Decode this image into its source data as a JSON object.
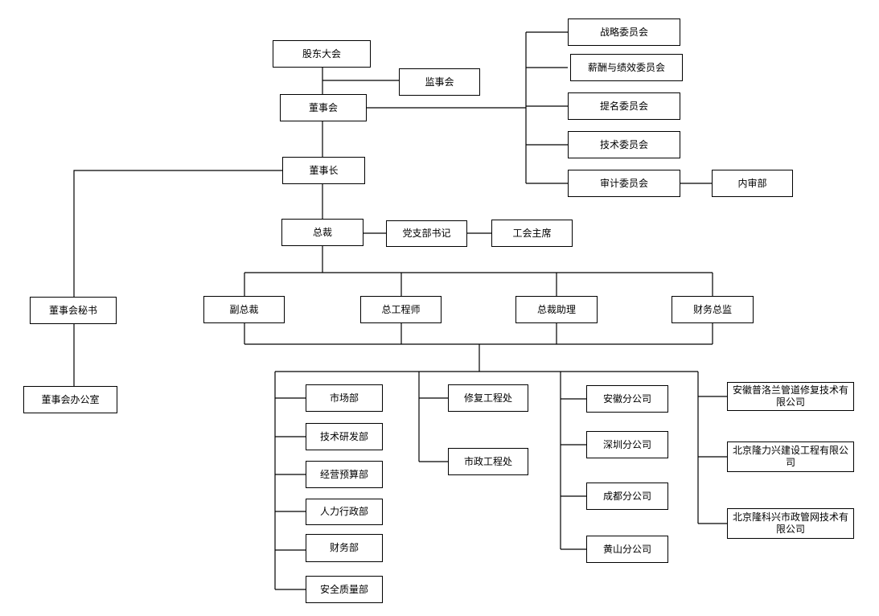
{
  "nodes": {
    "shareholders_meeting": "股东大会",
    "supervisory_board": "监事会",
    "board_of_directors": "董事会",
    "strategy_committee": "战略委员会",
    "compensation_committee": "薪酬与绩效委员会",
    "nomination_committee": "提名委员会",
    "technology_committee": "技术委员会",
    "audit_committee": "审计委员会",
    "internal_audit": "内审部",
    "chairman": "董事长",
    "board_secretary": "董事会秘书",
    "board_office": "董事会办公室",
    "president": "总裁",
    "party_secretary": "党支部书记",
    "union_chairman": "工会主席",
    "vice_president": "副总裁",
    "chief_engineer": "总工程师",
    "president_assistant": "总裁助理",
    "finance_director": "财务总监",
    "marketing_dept": "市场部",
    "rnd_dept": "技术研发部",
    "budget_dept": "经营预算部",
    "hr_admin_dept": "人力行政部",
    "finance_dept": "财务部",
    "safety_quality_dept": "安全质量部",
    "repair_engineering": "修复工程处",
    "municipal_engineering": "市政工程处",
    "anhui_branch": "安徽分公司",
    "shenzhen_branch": "深圳分公司",
    "chengdu_branch": "成都分公司",
    "huangshan_branch": "黄山分公司",
    "anhui_pulan": "安徽普洛兰管道修复技术有限公司",
    "beijing_longli": "北京隆力兴建设工程有限公司",
    "beijing_longke": "北京隆科兴市政管网技术有限公司"
  }
}
